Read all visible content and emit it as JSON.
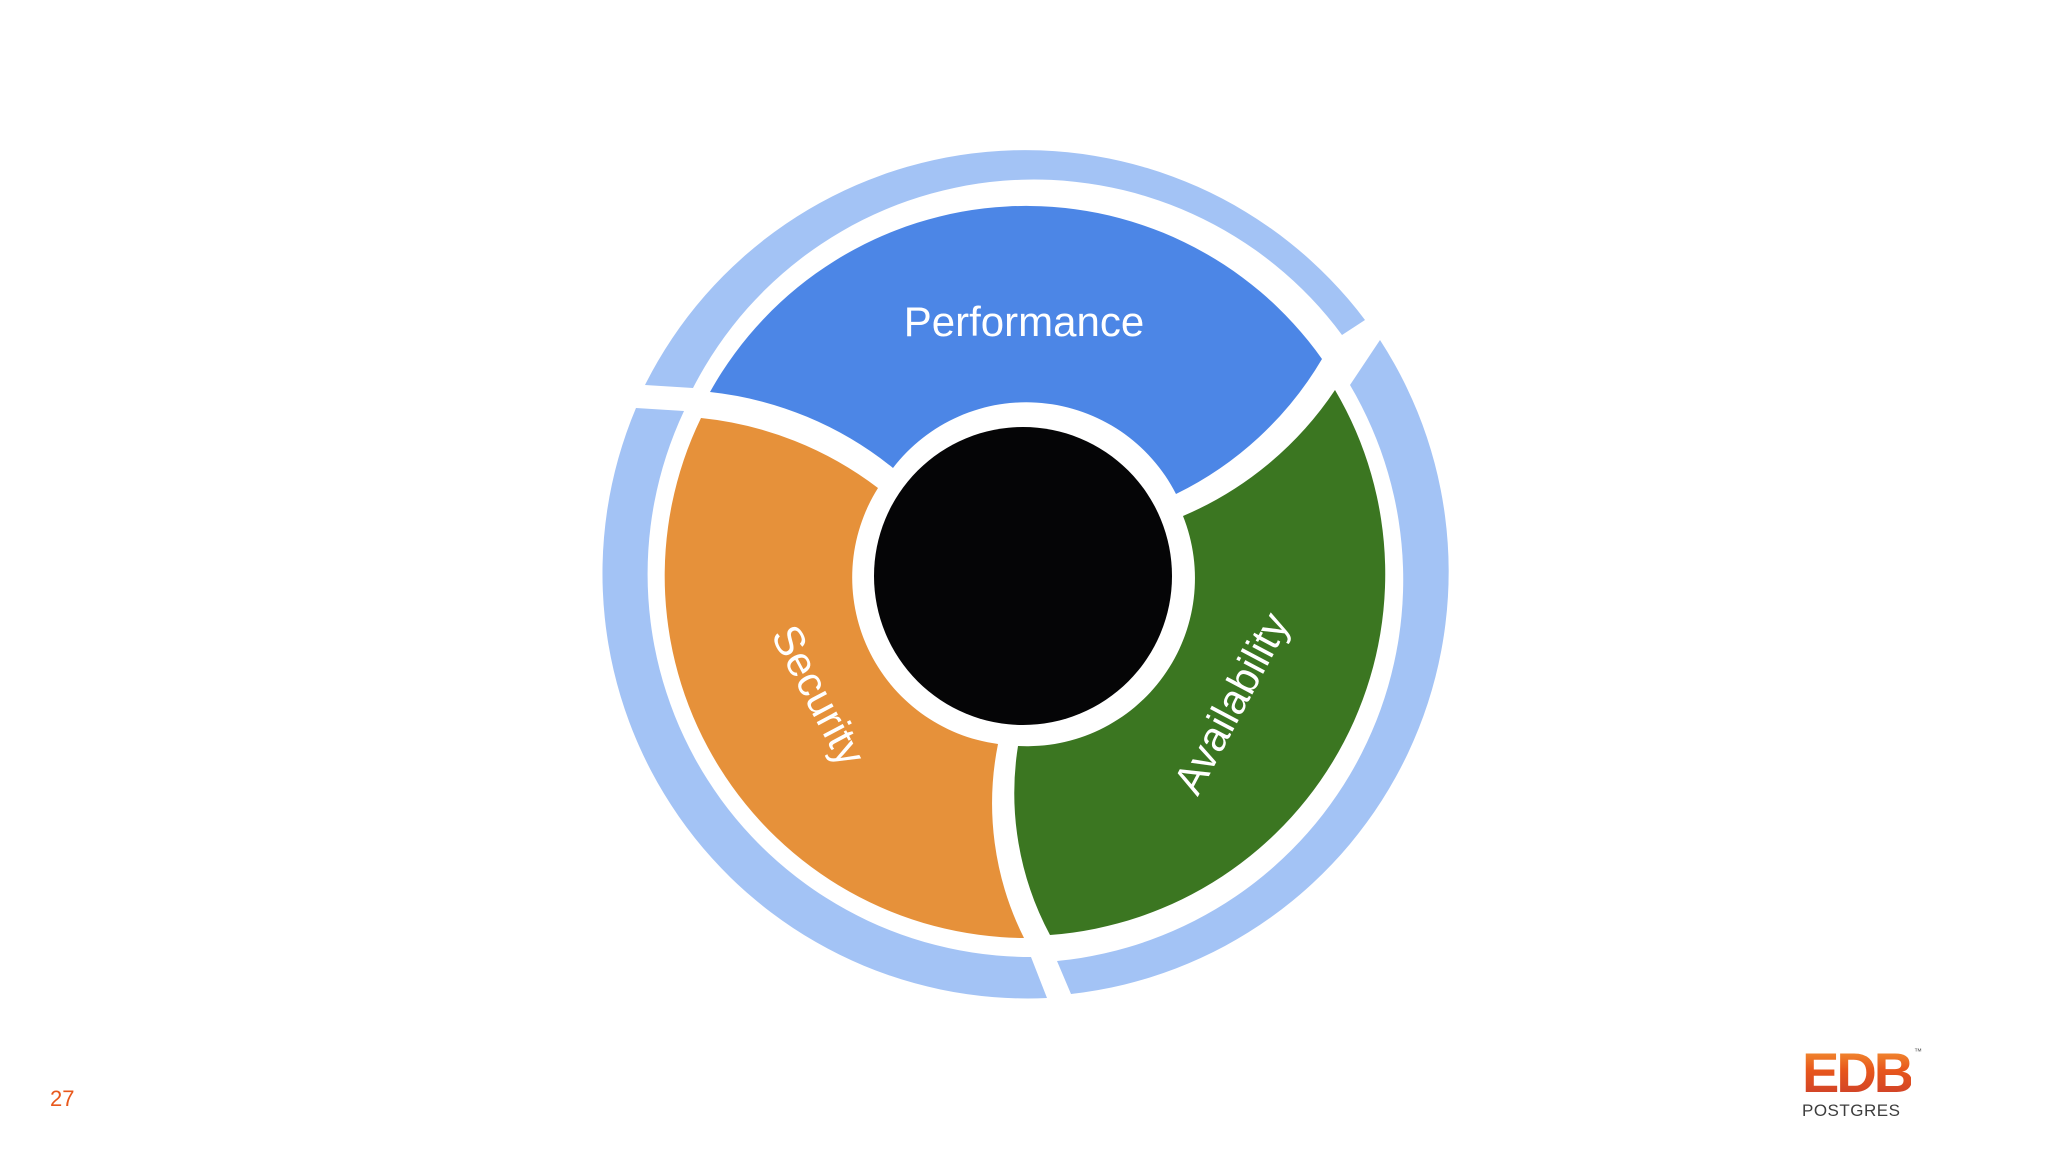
{
  "slide": {
    "page_number": "27"
  },
  "diagram": {
    "segments": [
      {
        "id": "performance",
        "label": "Performance",
        "color": "#4c86e6"
      },
      {
        "id": "availability",
        "label": "Availability",
        "color": "#3b7621"
      },
      {
        "id": "security",
        "label": "Security",
        "color": "#e6913a"
      }
    ],
    "outer_ring_color": "#a3c3f5",
    "center_color": "#050506"
  },
  "logo": {
    "mark": "EDB",
    "wordmark": "POSTGRES",
    "trademark": "™"
  }
}
